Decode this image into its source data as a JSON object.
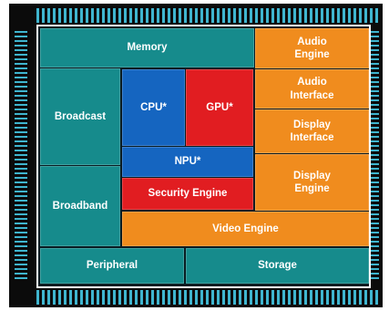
{
  "colors": {
    "teal": "#168b8c",
    "orange": "#f08c1e",
    "blue": "#1565c0",
    "red": "#e11d21",
    "pins": "#3fb5cf",
    "chip": "#0b0b0b"
  },
  "blocks": {
    "memory": "Memory",
    "audio_engine": "Audio\nEngine",
    "broadcast": "Broadcast",
    "cpu": "CPU*",
    "gpu": "GPU*",
    "audio_interface": "Audio\nInterface",
    "display_interface": "Display\nInterface",
    "npu": "NPU*",
    "display_engine": "Display\nEngine",
    "security_engine": "Security Engine",
    "broadband": "Broadband",
    "video_engine": "Video Engine",
    "peripheral": "Peripheral",
    "storage": "Storage"
  }
}
